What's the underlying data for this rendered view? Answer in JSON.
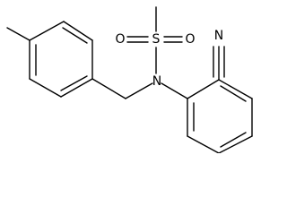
{
  "molecule": {
    "atoms": {
      "nitrogen_amine": "N",
      "sulfur": "S",
      "oxygen_left": "O",
      "oxygen_right": "O",
      "nitrile_nitrogen": "N"
    }
  }
}
